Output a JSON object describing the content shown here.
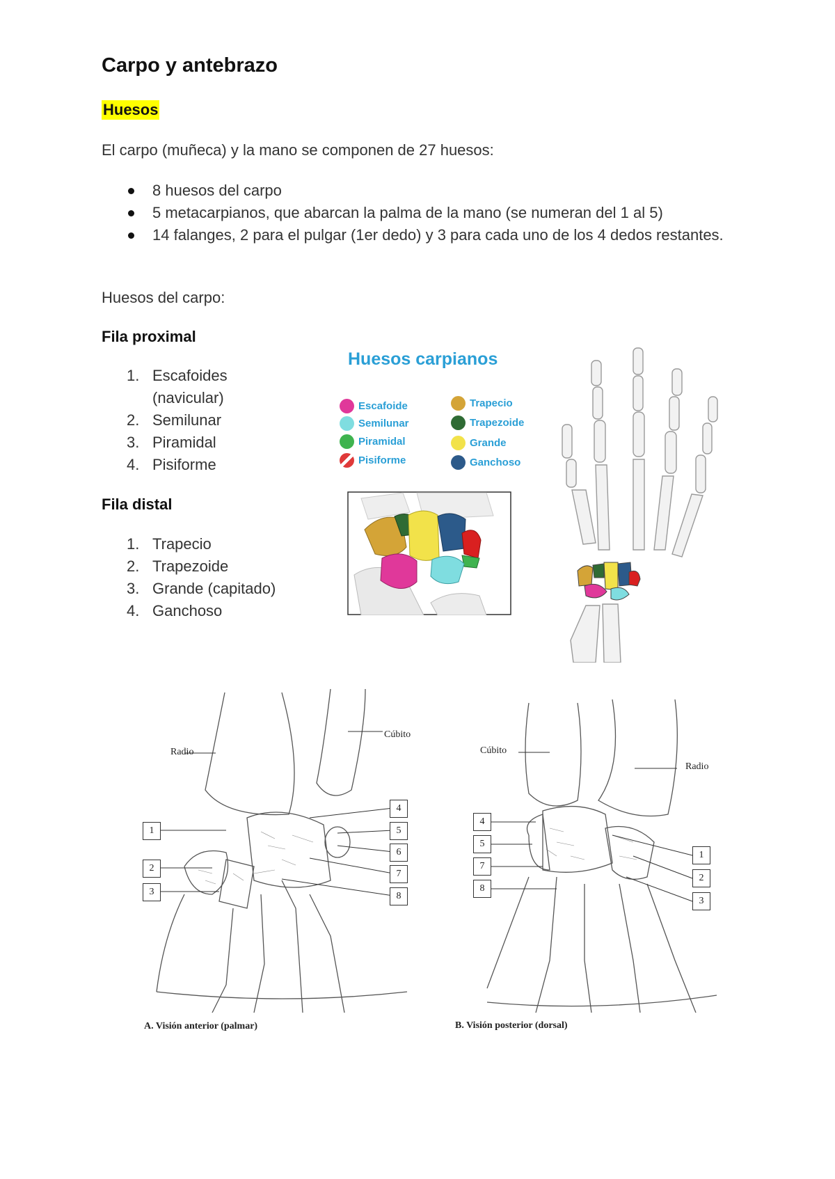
{
  "title": "Carpo y antebrazo",
  "section": "Huesos",
  "intro": "El carpo (muñeca) y la mano se componen de 27 huesos:",
  "bullets": [
    "8 huesos del carpo",
    "5 metacarpianos, que abarcan la palma de la mano (se numeran del 1 al 5)",
    "14 falanges, 2 para el pulgar (1er dedo) y 3 para cada uno de los 4 dedos restantes."
  ],
  "carpal_intro": "Huesos del carpo:",
  "proximal": {
    "heading": "Fila proximal",
    "items": [
      "Escafoides (navicular)",
      "Semilunar",
      "Piramidal",
      "Pisiforme"
    ]
  },
  "distal": {
    "heading": "Fila distal",
    "items": [
      "Trapecio",
      "Trapezoide",
      "Grande (capitado)",
      "Ganchoso"
    ]
  },
  "figure1": {
    "title": "Huesos carpianos",
    "legend": [
      {
        "label": "Escafoide",
        "color": "#e0389a"
      },
      {
        "label": "Semilunar",
        "color": "#7fdde0"
      },
      {
        "label": "Piramidal",
        "color": "#3fb34f"
      },
      {
        "label": "Pisiforme",
        "color": "#e03a3a"
      },
      {
        "label": "Trapecio",
        "color": "#d4a437"
      },
      {
        "label": "Trapezoide",
        "color": "#2f6b34"
      },
      {
        "label": "Grande",
        "color": "#f2e24a"
      },
      {
        "label": "Ganchoso",
        "color": "#2c5a8a"
      }
    ]
  },
  "figure2": {
    "anterior": {
      "caption": "A. Visión anterior (palmar)",
      "radio": "Radio",
      "cubito": "Cúbito",
      "numbers": [
        "1",
        "2",
        "3",
        "4",
        "5",
        "6",
        "7",
        "8"
      ]
    },
    "posterior": {
      "caption": "B. Visión posterior (dorsal)",
      "radio": "Radio",
      "cubito": "Cúbito",
      "numbers": [
        "4",
        "5",
        "7",
        "8",
        "1",
        "2",
        "3"
      ]
    }
  }
}
